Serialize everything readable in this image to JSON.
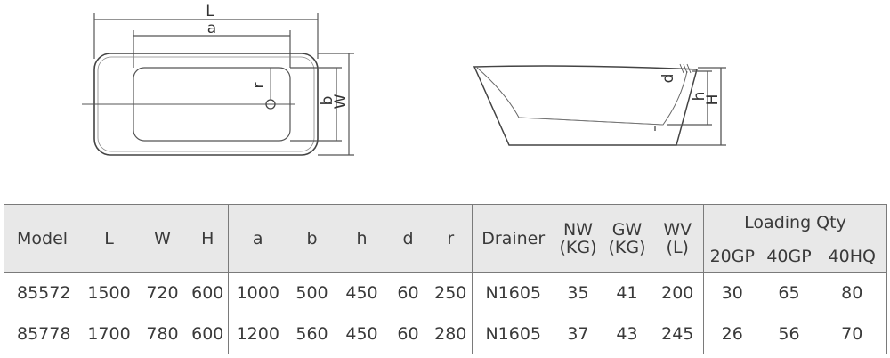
{
  "drawing": {
    "top_view_labels": {
      "length": "L",
      "inner_length": "a",
      "radius": "r",
      "inner_width": "b",
      "width": "W"
    },
    "side_view_labels": {
      "depth": "d",
      "inner_height": "h",
      "height": "H"
    }
  },
  "table": {
    "headers": {
      "model": "Model",
      "l": "L",
      "w": "W",
      "h": "H",
      "a": "a",
      "b": "b",
      "h_inner": "h",
      "d": "d",
      "r": "r",
      "drainer": "Drainer",
      "nw_line1": "NW",
      "nw_line2": "(KG)",
      "gw_line1": "GW",
      "gw_line2": "(KG)",
      "wv_line1": "WV",
      "wv_line2": "(L)",
      "loading_qty": "Loading Qty",
      "gp20": "20GP",
      "gp40": "40GP",
      "hq40": "40HQ"
    },
    "rows": [
      {
        "model": "85572",
        "l": "1500",
        "w": "720",
        "h": "600",
        "a": "1000",
        "b": "500",
        "h_inner": "450",
        "d": "60",
        "r": "250",
        "drainer": "N1605",
        "nw": "35",
        "gw": "41",
        "wv": "200",
        "gp20": "30",
        "gp40": "65",
        "hq40": "80"
      },
      {
        "model": "85778",
        "l": "1700",
        "w": "780",
        "h": "600",
        "a": "1200",
        "b": "560",
        "h_inner": "450",
        "d": "60",
        "r": "280",
        "drainer": "N1605",
        "nw": "37",
        "gw": "43",
        "wv": "245",
        "gp20": "26",
        "gp40": "56",
        "hq40": "70"
      }
    ]
  }
}
